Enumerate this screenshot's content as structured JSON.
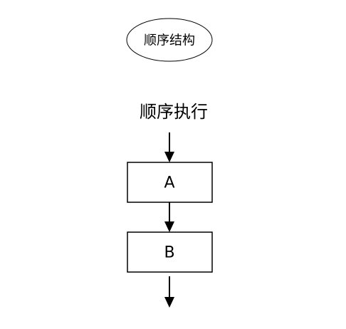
{
  "diagram": {
    "title": "顺序结构",
    "heading": "顺序执行",
    "steps": [
      {
        "label": "A"
      },
      {
        "label": "B"
      }
    ]
  }
}
